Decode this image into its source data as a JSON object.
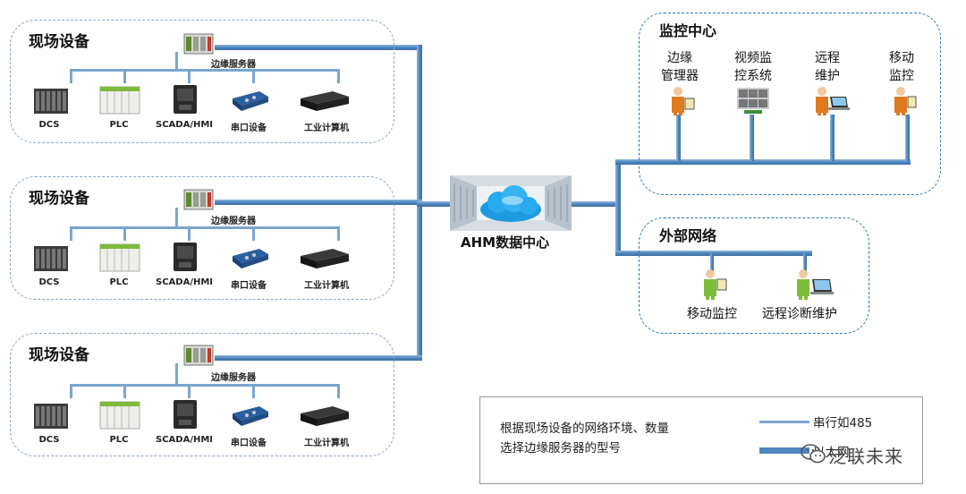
{
  "field_groups": [
    {
      "title": "现场设备",
      "edge_label": "边缘服务器",
      "devices": [
        {
          "label": "DCS",
          "icon": "dcs-rack-icon"
        },
        {
          "label": "PLC",
          "icon": "plc-module-icon"
        },
        {
          "label": "SCADA/HMI",
          "icon": "hmi-panel-icon"
        },
        {
          "label": "串口设备",
          "icon": "serial-device-icon"
        },
        {
          "label": "工业计算机",
          "icon": "industrial-pc-icon"
        }
      ]
    },
    {
      "title": "现场设备",
      "edge_label": "边缘服务器",
      "devices": [
        {
          "label": "DCS",
          "icon": "dcs-rack-icon"
        },
        {
          "label": "PLC",
          "icon": "plc-module-icon"
        },
        {
          "label": "SCADA/HMI",
          "icon": "hmi-panel-icon"
        },
        {
          "label": "串口设备",
          "icon": "serial-device-icon"
        },
        {
          "label": "工业计算机",
          "icon": "industrial-pc-icon"
        }
      ]
    },
    {
      "title": "现场设备",
      "edge_label": "边缘服务器",
      "devices": [
        {
          "label": "DCS",
          "icon": "dcs-rack-icon"
        },
        {
          "label": "PLC",
          "icon": "plc-module-icon"
        },
        {
          "label": "SCADA/HMI",
          "icon": "hmi-panel-icon"
        },
        {
          "label": "串口设备",
          "icon": "serial-device-icon"
        },
        {
          "label": "工业计算机",
          "icon": "industrial-pc-icon"
        }
      ]
    }
  ],
  "data_center": {
    "label": "AHM数据中心",
    "icon": "cloud-datacenter-icon"
  },
  "monitoring_center": {
    "title": "监控中心",
    "nodes": [
      {
        "line1": "边缘",
        "line2": "管理器",
        "icon": "person-tablet-icon"
      },
      {
        "line1": "视频监",
        "line2": "控系统",
        "icon": "video-wall-icon"
      },
      {
        "line1": "远程",
        "line2": "维护",
        "icon": "person-laptop-icon"
      },
      {
        "line1": "移动",
        "line2": "监控",
        "icon": "person-phone-icon"
      }
    ]
  },
  "external_network": {
    "title": "外部网络",
    "nodes": [
      {
        "label": "移动监控",
        "icon": "person-tablet-green-icon"
      },
      {
        "label": "远程诊断维护",
        "icon": "person-laptop-green-icon"
      }
    ]
  },
  "legend": {
    "note_line1": "根据现场设备的网络环境、数量",
    "note_line2": "选择边缘服务器的型号",
    "serial_label": "串行如485",
    "ethernet_label": "以太网"
  },
  "watermark": "泛联未来",
  "colors": {
    "serial_line": "#6f9ec9",
    "ethernet_line": "#5b90c2",
    "group_border": "#8aa6c6",
    "person_orange": "#e07a1f",
    "person_green": "#7cbd3a"
  }
}
